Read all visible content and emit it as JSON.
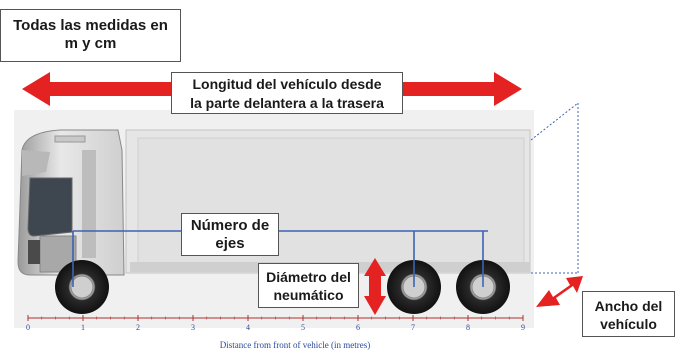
{
  "notes": {
    "units": [
      "Todas las medidas en",
      "m y cm"
    ]
  },
  "labels": {
    "length": [
      "Longitud del vehículo desde",
      "la parte delantera a la trasera"
    ],
    "axles": [
      "Número de",
      "ejes"
    ],
    "tyre_diameter": [
      "Diámetro del",
      "neumático"
    ],
    "width": [
      "Ancho del",
      "vehículo"
    ]
  },
  "axis": {
    "title": "Distance from front of vehicle (in metres)",
    "ticks": [
      "0",
      "1",
      "2",
      "3",
      "4",
      "5",
      "6",
      "7",
      "8",
      "9"
    ]
  },
  "colors": {
    "arrow_red": "#e52222",
    "axle_blue": "#3b63b3",
    "axis_red": "#b03030",
    "tick_label_blue": "#2a4a9a",
    "backdrop": "#f0f0f0"
  }
}
